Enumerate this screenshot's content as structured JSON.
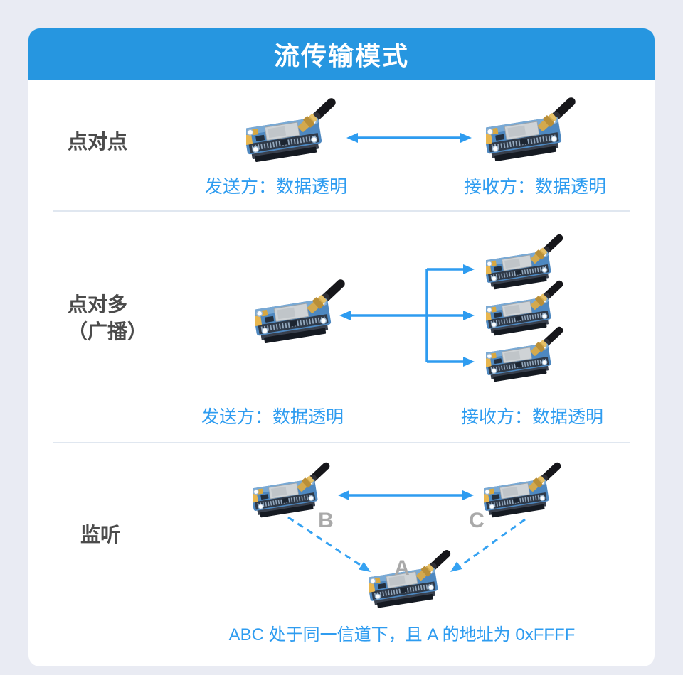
{
  "header": {
    "title": "流传输模式"
  },
  "sections": {
    "p2p": {
      "label": "点对点",
      "sender_caption": "发送方：数据透明",
      "receiver_caption": "接收方：数据透明"
    },
    "p2m": {
      "label_line1": "点对多",
      "label_line2": "（广播）",
      "sender_caption": "发送方：数据透明",
      "receiver_caption": "接收方：数据透明"
    },
    "listen": {
      "label": "监听",
      "node_b": "B",
      "node_c": "C",
      "node_a": "A",
      "note": "ABC 处于同一信道下，且 A 的地址为 0xFFFF"
    }
  },
  "colors": {
    "page_bg": "#e9ebf3",
    "card_bg": "#ffffff",
    "header_bg": "#2696e0",
    "accent_blue": "#2e9cf0",
    "section_label": "#4b4b4b",
    "node_letter": "#a9a9a9",
    "divider": "#e0e7f0",
    "board_blue": "#4e88c0",
    "antenna_black": "#16161a",
    "connector_gold": "#d3a94e"
  },
  "icons": {
    "module": "lora-module-image",
    "p2p_arrow": "double-arrow-icon",
    "broadcast_branch": "broadcast-branch-icon",
    "listen_dashed_arrow": "dashed-arrow-icon"
  }
}
